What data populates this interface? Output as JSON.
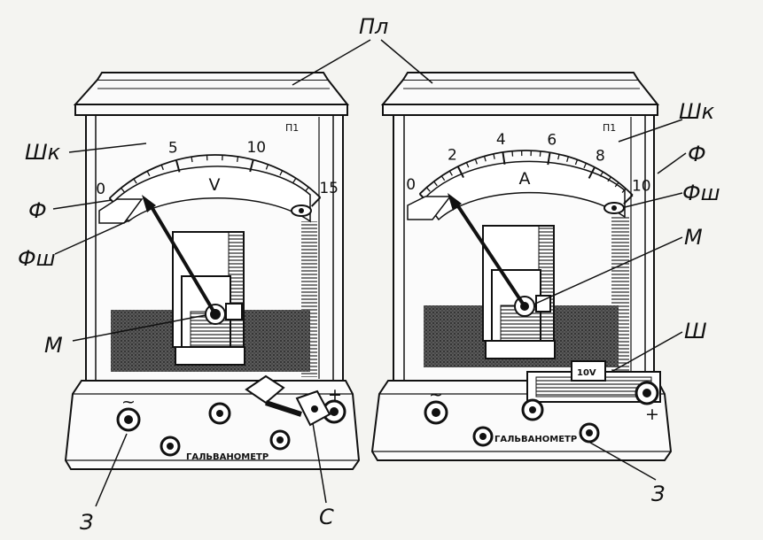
{
  "labels": {
    "top": "Пл",
    "shk_left": "Шк",
    "f_left": "Ф",
    "fsh_left": "Фш",
    "m_left": "М",
    "z_left": "З",
    "c_bottom": "С",
    "shk_right": "Шк",
    "f_right": "Ф",
    "fsh_right": "Фш",
    "m_right": "М",
    "sh_right": "Ш",
    "z_right": "З"
  },
  "voltmeter": {
    "ticks": [
      "0",
      "5",
      "10",
      "15"
    ],
    "unit": "V",
    "mark": "П1",
    "name": "ГАЛЬВАНОМЕТР",
    "term_ac": "~",
    "term_plus": "+"
  },
  "ammeter": {
    "ticks": [
      "0",
      "2",
      "4",
      "6",
      "8",
      "10"
    ],
    "unit": "A",
    "mark": "П1",
    "name": "ГАЛЬВАНОМЕТР",
    "shunt": "10V",
    "term_ac": "~",
    "term_plus": "+"
  }
}
